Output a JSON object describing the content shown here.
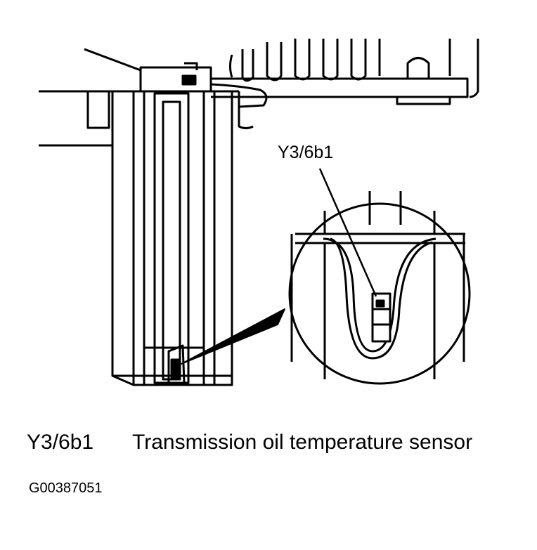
{
  "diagram": {
    "callout_label": "Y3/6b1"
  },
  "legend": [
    {
      "code": "Y3/6b1",
      "description": "Transmission oil temperature sensor"
    }
  ],
  "figure_id": "G00387051",
  "colors": {
    "ink": "#000000",
    "background": "#ffffff"
  }
}
